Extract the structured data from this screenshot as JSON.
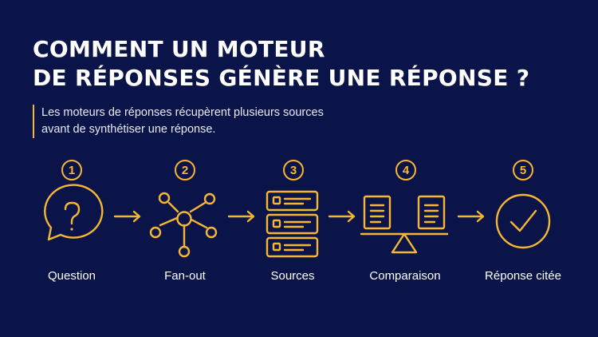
{
  "title": {
    "line1": "COMMENT UN MOTEUR",
    "line2": "DE RÉPONSES GÉNÈRE UNE RÉPONSE ?"
  },
  "subtitle": {
    "line1": "Les moteurs de réponses récupèrent plusieurs sources",
    "line2": "avant de synthétiser une réponse."
  },
  "accent_color": "#f5b733",
  "background_color": "#0b1448",
  "steps": [
    {
      "number": "1",
      "label": "Question",
      "icon": "question-bubble-icon"
    },
    {
      "number": "2",
      "label": "Fan-out",
      "icon": "network-fan-out-icon"
    },
    {
      "number": "3",
      "label": "Sources",
      "icon": "stacked-sources-icon"
    },
    {
      "number": "4",
      "label": "Comparaison",
      "icon": "balance-documents-icon"
    },
    {
      "number": "5",
      "label": "Réponse citée",
      "icon": "check-circle-icon"
    }
  ]
}
